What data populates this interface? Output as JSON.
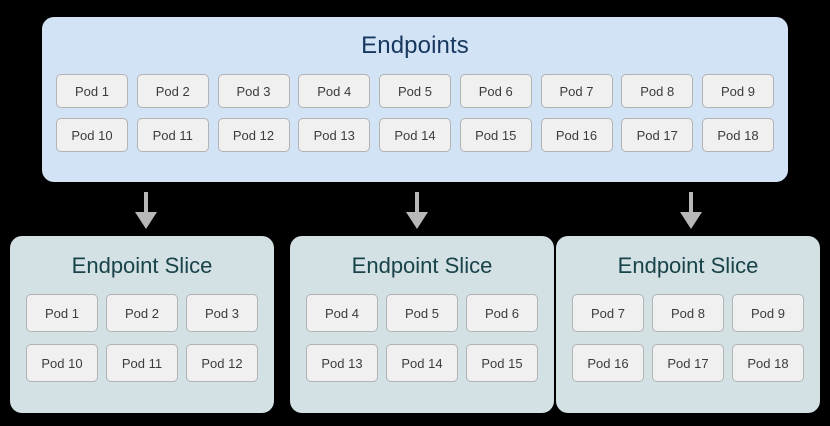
{
  "diagram": {
    "type": "kubernetes-endpointslice-diagram",
    "colors": {
      "endpoints_background": "#d2e3f6",
      "endpoints_title_text": "#17375e",
      "slice_background": "#d3e0e4",
      "slice_title_text": "#184349",
      "pod_background": "#f0f0f0",
      "pod_border": "#b3b3b3",
      "pod_text": "#3c3c3c",
      "arrow": "#b8b8b8",
      "canvas_background": "#000000"
    }
  },
  "endpoints": {
    "title": "Endpoints",
    "rows": [
      [
        "Pod 1",
        "Pod 2",
        "Pod 3",
        "Pod 4",
        "Pod 5",
        "Pod 6",
        "Pod 7",
        "Pod 8",
        "Pod 9"
      ],
      [
        "Pod 10",
        "Pod 11",
        "Pod 12",
        "Pod 13",
        "Pod 14",
        "Pod 15",
        "Pod 16",
        "Pod 17",
        "Pod 18"
      ]
    ]
  },
  "arrows": [
    {
      "name": "arrow-to-slice-1"
    },
    {
      "name": "arrow-to-slice-2"
    },
    {
      "name": "arrow-to-slice-3"
    }
  ],
  "slices": [
    {
      "title": "Endpoint Slice",
      "rows": [
        [
          "Pod 1",
          "Pod 2",
          "Pod 3"
        ],
        [
          "Pod 10",
          "Pod 11",
          "Pod 12"
        ]
      ]
    },
    {
      "title": "Endpoint Slice",
      "rows": [
        [
          "Pod 4",
          "Pod 5",
          "Pod 6"
        ],
        [
          "Pod 13",
          "Pod 14",
          "Pod 15"
        ]
      ]
    },
    {
      "title": "Endpoint Slice",
      "rows": [
        [
          "Pod 7",
          "Pod 8",
          "Pod 9"
        ],
        [
          "Pod 16",
          "Pod 17",
          "Pod 18"
        ]
      ]
    }
  ]
}
